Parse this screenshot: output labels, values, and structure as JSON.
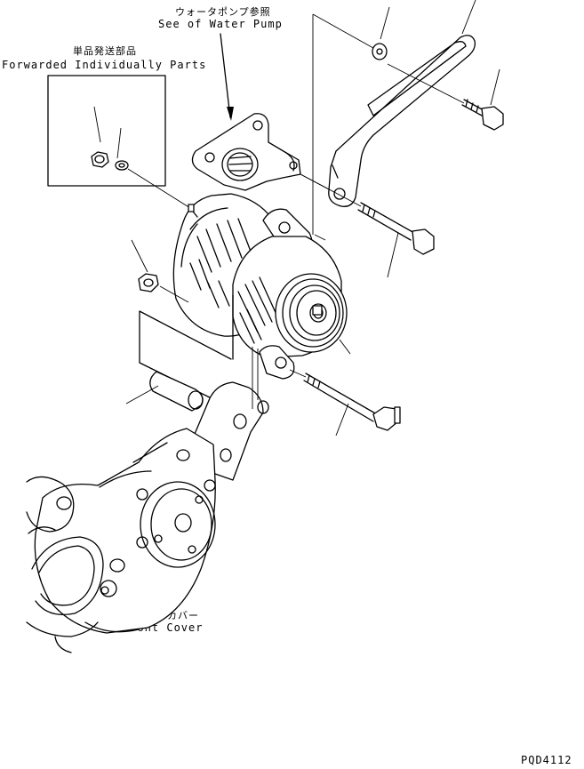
{
  "labels": {
    "water_pump_jp": "ウォータポンプ参照",
    "water_pump_en": "See of Water Pump",
    "forwarded_jp": "単品発送部品",
    "forwarded_en": "Forwarded Individually Parts",
    "front_cover_jp": "フロントカバー",
    "front_cover_en": "Front Cover",
    "drawing_code": "PQD4112"
  },
  "colors": {
    "ink": "#000000",
    "paper": "#ffffff"
  }
}
